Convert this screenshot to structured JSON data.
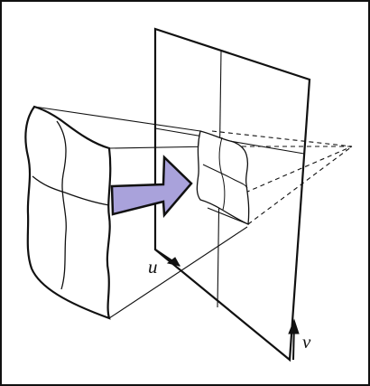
{
  "diagram": {
    "labels": {
      "u": "u",
      "v": "v"
    },
    "colors": {
      "frame": "#111111",
      "stroke": "#111111",
      "arrow_fill": "#a9a2db",
      "arrow_stroke": "#111111",
      "background": "#ffffff"
    },
    "icons": {
      "direction_arrow": "right-arrow"
    }
  }
}
